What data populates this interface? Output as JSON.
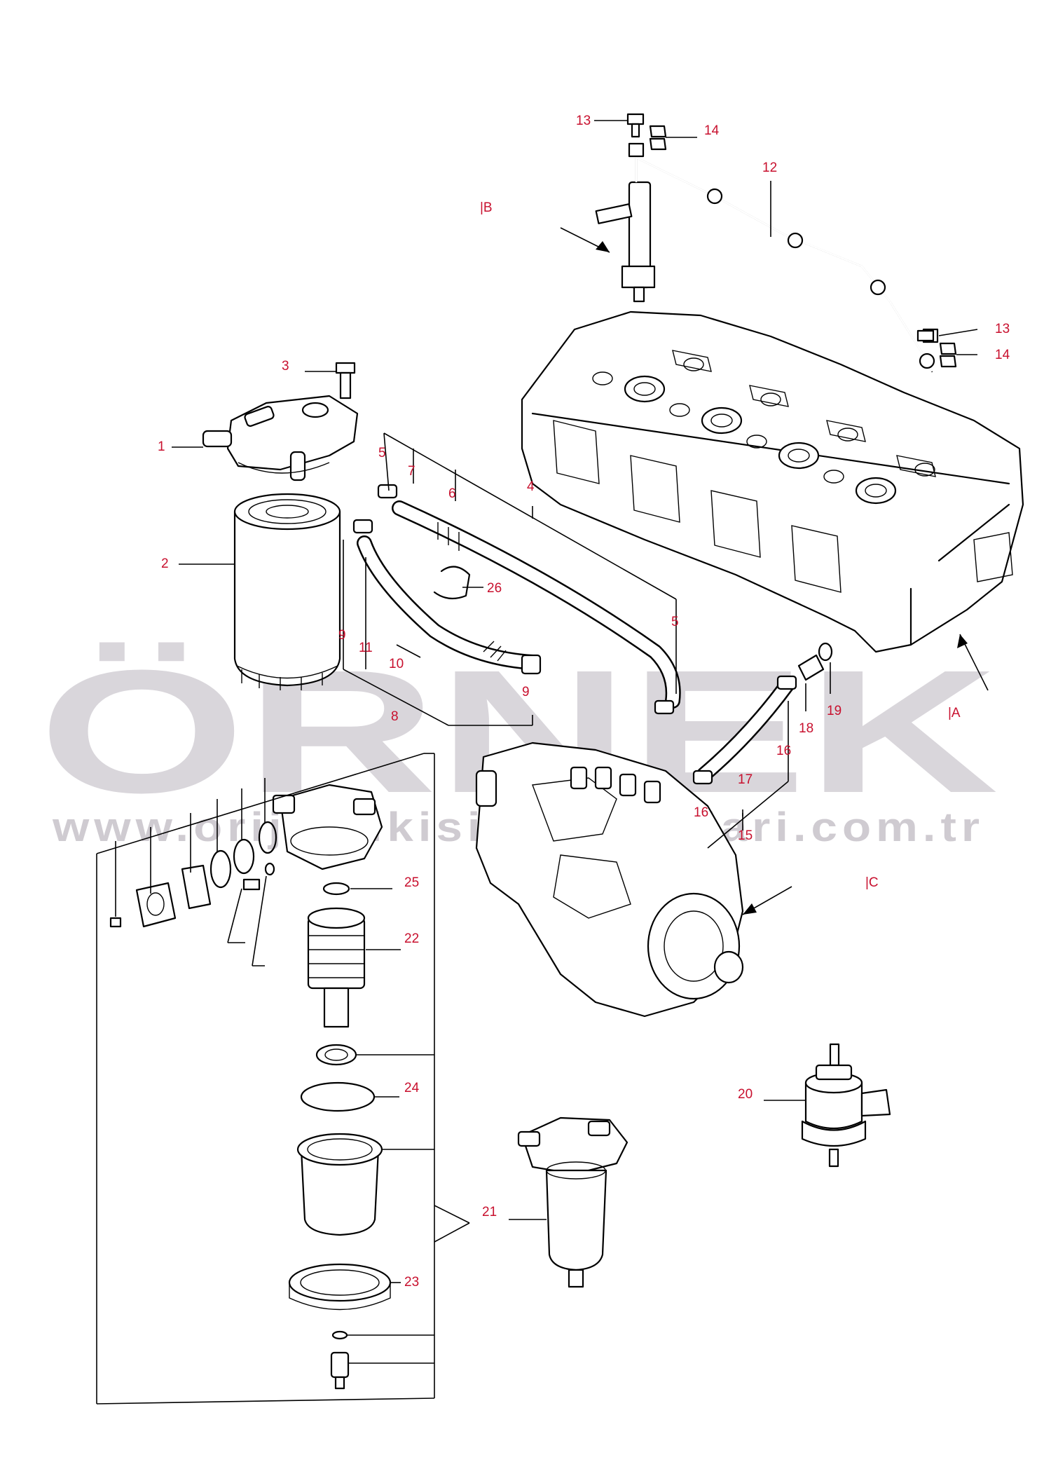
{
  "watermark": {
    "text": "ÖRNEK",
    "url": "www.orijinalkisimlarbusiari.com.tr",
    "accent_color": "#f4c430"
  },
  "view_markers": {
    "a": "|A",
    "b": "|B",
    "c": "|C"
  },
  "callouts": {
    "p1": "1",
    "p2": "2",
    "p3": "3",
    "p4": "4",
    "p5a": "5",
    "p5b": "5",
    "p6": "6",
    "p7": "7",
    "p8": "8",
    "p9a": "9",
    "p9b": "9",
    "p10": "10",
    "p11": "11",
    "p12": "12",
    "p13a": "13",
    "p13b": "13",
    "p14a": "14",
    "p14b": "14",
    "p15": "15",
    "p16a": "16",
    "p16b": "16",
    "p17": "17",
    "p18": "18",
    "p19": "19",
    "p20": "20",
    "p21": "21",
    "p22": "22",
    "p23": "23",
    "p24": "24",
    "p25": "25",
    "p26": "26"
  },
  "label_color": "#c8102e"
}
